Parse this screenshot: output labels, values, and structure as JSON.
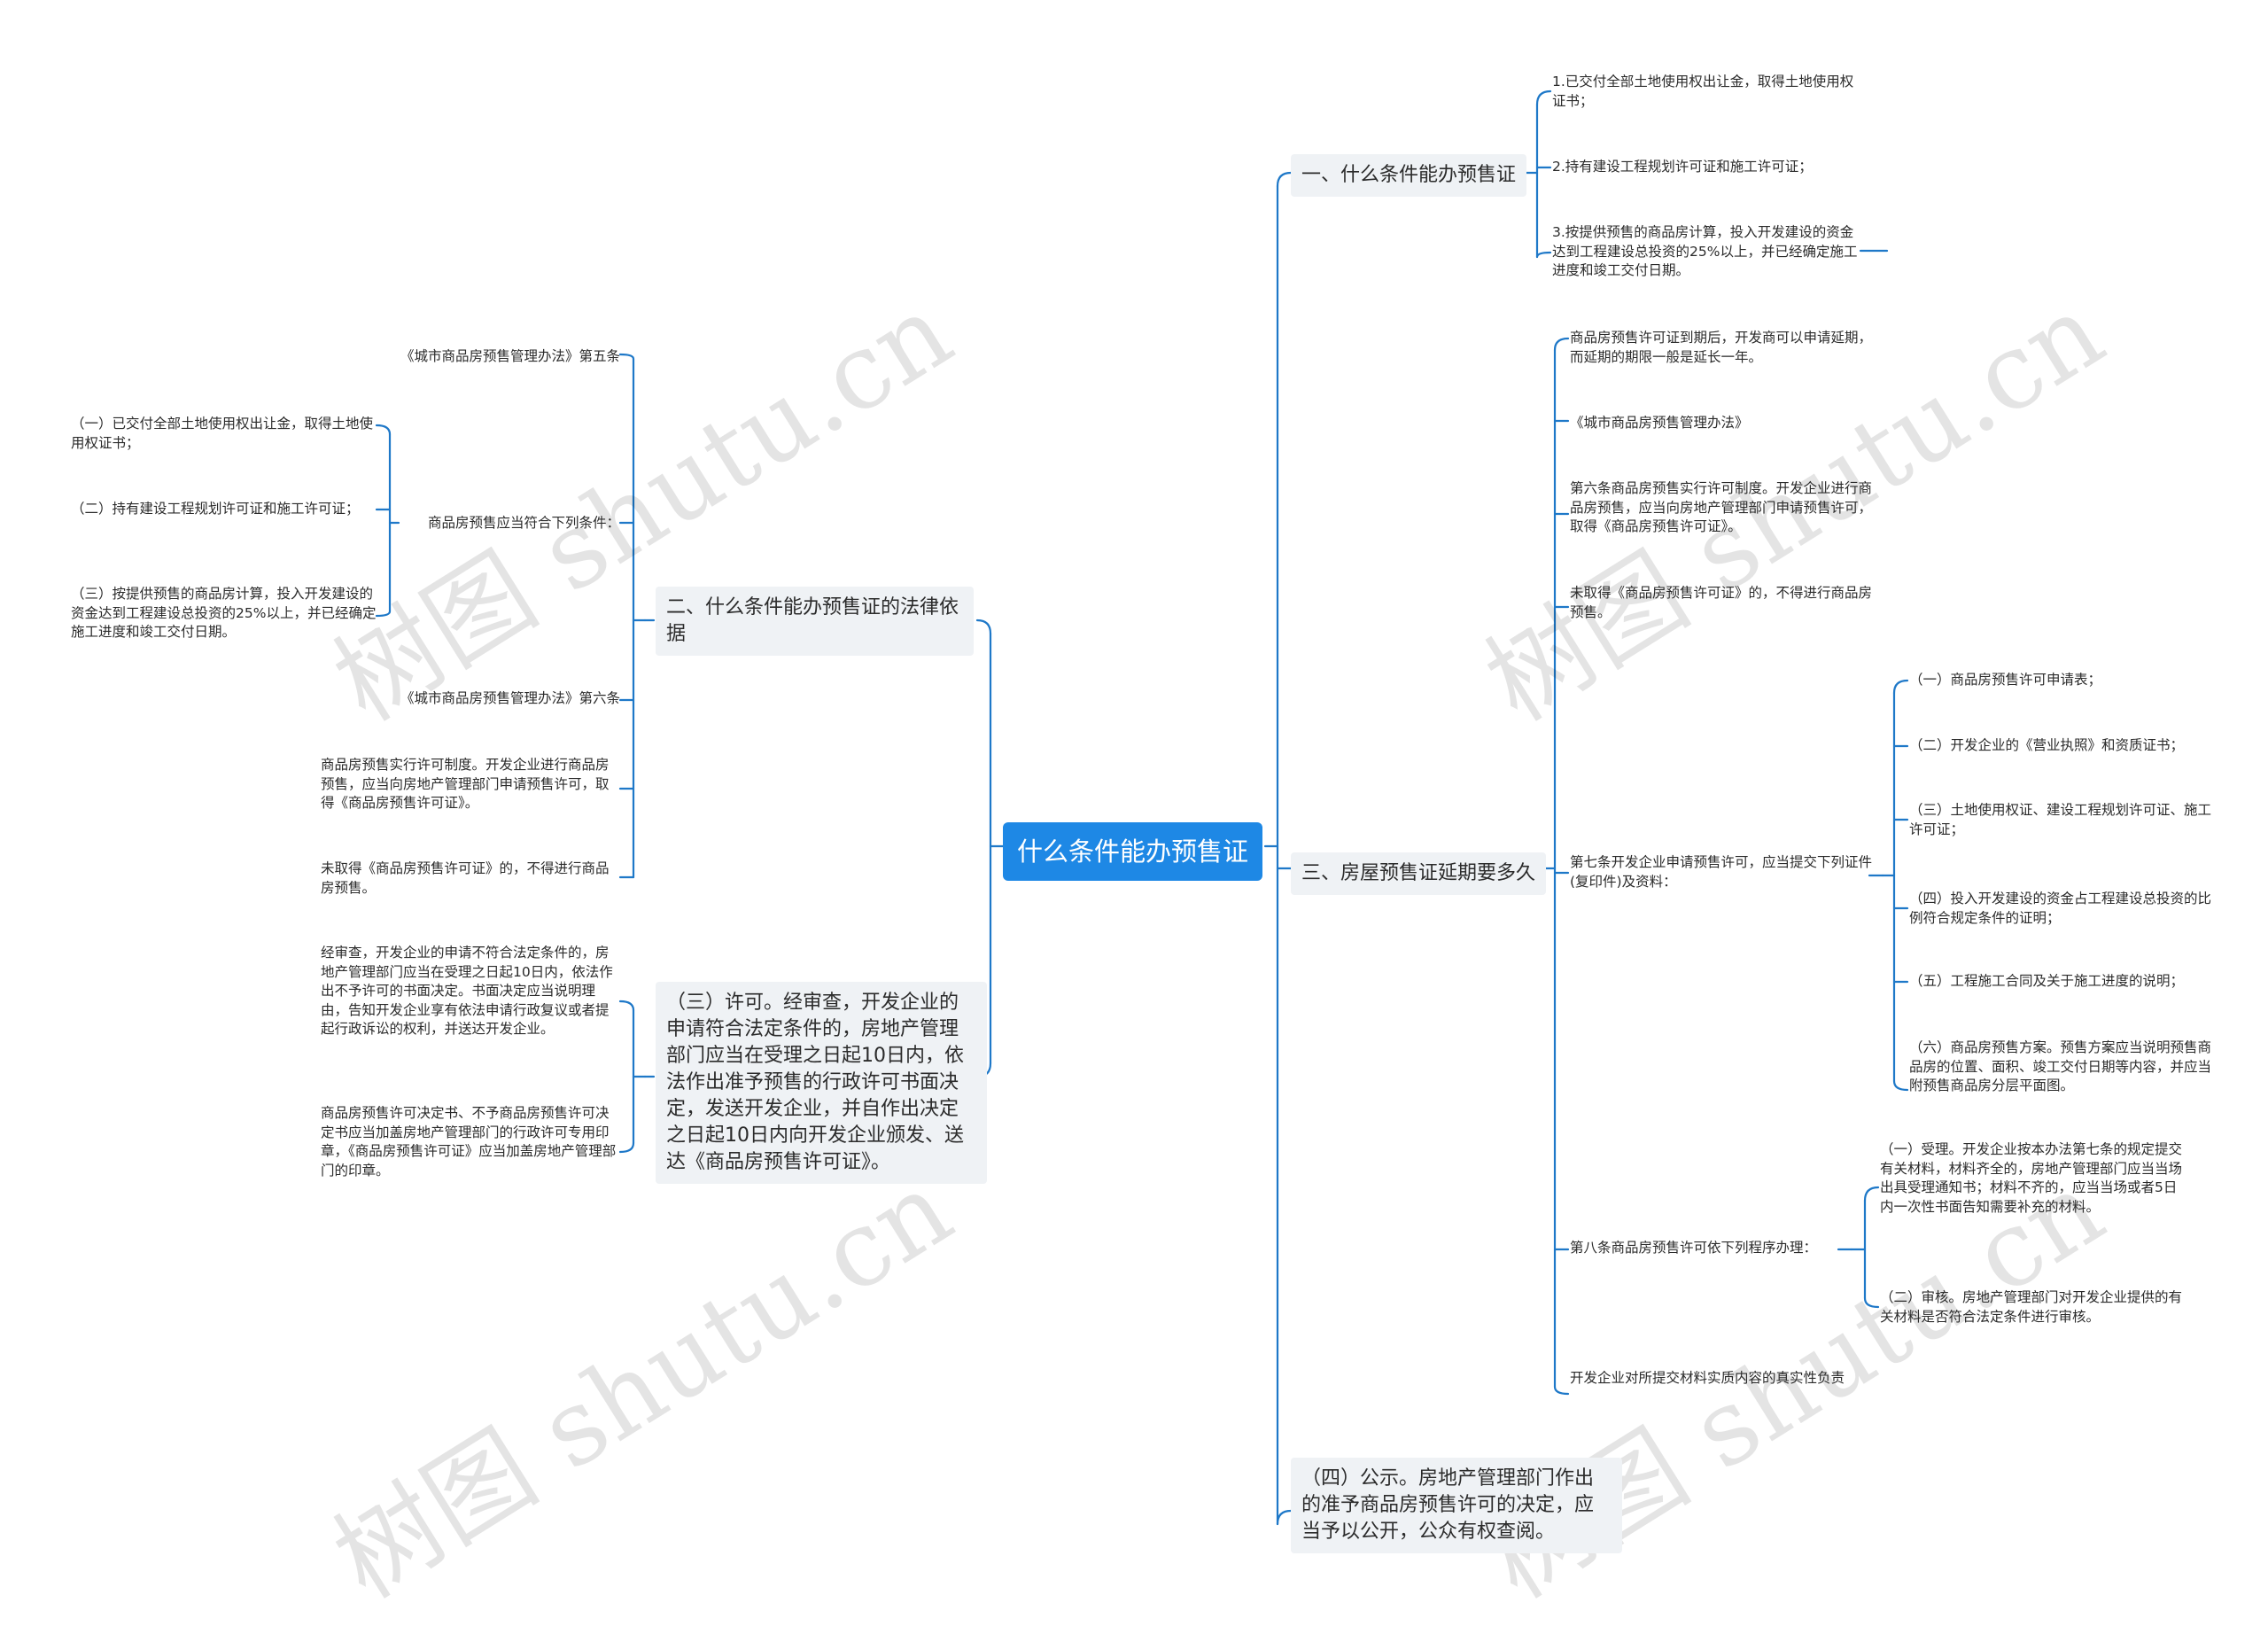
{
  "root": "什么条件能办预售证",
  "branches": {
    "b1": "一、什么条件能办预售证",
    "b2": "二、什么条件能办预售证的法律依据",
    "b3": "三、房屋预售证延期要多久",
    "b4": "（三）许可。经审查，开发企业的申请符合法定条件的，房地产管理部门应当在受理之日起10日内，依法作出准予预售的行政许可书面决定，发送开发企业，并自作出决定之日起10日内向开发企业颁发、送达《商品房预售许可证》。",
    "b5": "（四）公示。房地产管理部门作出的准予商品房预售许可的决定，应当予以公开，公众有权查阅。"
  },
  "b1_leaves": [
    "1.已交付全部土地使用权出让金，取得土地使用权证书；",
    "2.持有建设工程规划许可证和施工许可证；",
    "3.按提供预售的商品房计算，投入开发建设的资金达到工程建设总投资的25%以上，并已经确定施工进度和竣工交付日期。"
  ],
  "b2_leaves": {
    "law5": "《城市商品房预售管理办法》第五条",
    "conditions": "商品房预售应当符合下列条件：",
    "cond_items": [
      "（一）已交付全部土地使用权出让金，取得土地使用权证书；",
      "（二）持有建设工程规划许可证和施工许可证；",
      "（三）按提供预售的商品房计算，投入开发建设的资金达到工程建设总投资的25%以上，并已经确定施工进度和竣工交付日期。"
    ],
    "law6": "《城市商品房预售管理办法》第六条",
    "permit": "商品房预售实行许可制度。开发企业进行商品房预售，应当向房地产管理部门申请预售许可，取得《商品房预售许可证》。",
    "noPermit": "未取得《商品房预售许可证》的，不得进行商品房预售。"
  },
  "b4_leaves": [
    "经审查，开发企业的申请不符合法定条件的，房地产管理部门应当在受理之日起10日内，依法作出不予许可的书面决定。书面决定应当说明理由，告知开发企业享有依法申请行政复议或者提起行政诉讼的权利，并送达开发企业。",
    "商品房预售许可决定书、不予商品房预售许可决定书应当加盖房地产管理部门的行政许可专用印章，《商品房预售许可证》应当加盖房地产管理部门的印章。"
  ],
  "b3_leaves": {
    "extend": "商品房预售许可证到期后，开发商可以申请延期，而延期的期限一般是延长一年。",
    "law": "《城市商品房预售管理办法》",
    "art6": "第六条商品房预售实行许可制度。开发企业进行商品房预售，应当向房地产管理部门申请预售许可，取得《商品房预售许可证》。",
    "noPermit": "未取得《商品房预售许可证》的，不得进行商品房预售。",
    "art7": "第七条开发企业申请预售许可，应当提交下列证件(复印件)及资料：",
    "art7_items": [
      "（一）商品房预售许可申请表；",
      "（二）开发企业的《营业执照》和资质证书；",
      "（三）土地使用权证、建设工程规划许可证、施工许可证；",
      "（四）投入开发建设的资金占工程建设总投资的比例符合规定条件的证明；",
      "（五）工程施工合同及关于施工进度的说明；",
      "（六）商品房预售方案。预售方案应当说明预售商品房的位置、面积、竣工交付日期等内容，并应当附预售商品房分层平面图。"
    ],
    "art8": "第八条商品房预售许可依下列程序办理：",
    "art8_items": [
      "（一）受理。开发企业按本办法第七条的规定提交有关材料，材料齐全的，房地产管理部门应当当场出具受理通知书；材料不齐的，应当当场或者5日内一次性书面告知需要补充的材料。",
      "（二）审核。房地产管理部门对开发企业提供的有关材料是否符合法定条件进行审核。"
    ],
    "truth": "开发企业对所提交材料实质内容的真实性负责"
  },
  "watermarks": [
    "树图 shutu.cn",
    "树图 shutu.cn",
    "树图 shutu.cn",
    "树图 shutu.cn"
  ],
  "colors": {
    "line": "#1e78c8",
    "root_bg": "#1e88e5",
    "branch_bg": "#eff2f5"
  }
}
